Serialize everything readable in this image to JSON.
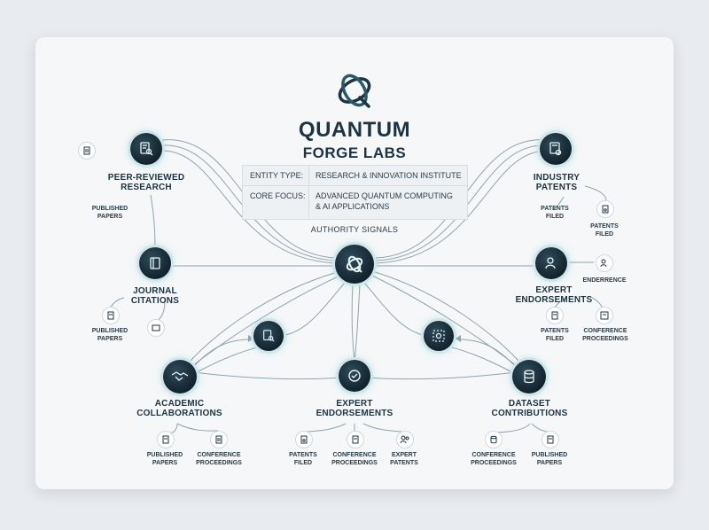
{
  "brand": {
    "line1": "QUANTUM",
    "line2": "FORGE LABS"
  },
  "info": {
    "entity_type_key": "ENTITY TYPE:",
    "entity_type_value": "RESEARCH & INNOVATION INSTITUTE",
    "core_focus_key": "CORE FOCUS:",
    "core_focus_value_1": "ADVANCED QUANTUM COMPUTING",
    "core_focus_value_2": "& AI APPLICATIONS"
  },
  "authority_label": "AUTHORITY SIGNALS",
  "nodes": {
    "peer": {
      "line1": "PEER-REVIEWED",
      "line2": "RESEARCH",
      "icon": "document-search-icon"
    },
    "journal": {
      "line1": "JOURNAL",
      "line2": "CITATIONS",
      "icon": "book-icon"
    },
    "academic": {
      "line1": "ACADEMIC",
      "line2": "COLLABORATIONS",
      "icon": "handshake-icon"
    },
    "center": {
      "line1": "EXPERT",
      "line2": "ENDORSEMENTS",
      "icon": "check-badge-icon"
    },
    "dataset": {
      "line1": "DATASET",
      "line2": "CONTRIBUTIONS",
      "icon": "database-icon"
    },
    "industry": {
      "line1": "INDUSTRY",
      "line2": "PATENTS",
      "icon": "certificate-icon"
    },
    "expert_right": {
      "line1": "EXPERT",
      "line2": "ENDORSEMENTS",
      "icon": "user-star-icon"
    },
    "hub": {
      "icon": "quantum-logo-icon"
    },
    "mid_left": {
      "icon": "document-search-icon"
    },
    "mid_right": {
      "icon": "network-icon"
    }
  },
  "subs": {
    "peer_sub_1": "PUBLISHED",
    "peer_sub_2": "PAPERS",
    "journal_sub_1": "PUBLISHED",
    "journal_sub_2": "PAPERS",
    "academic_a_1": "PUBLISHED",
    "academic_a_2": "PAPERS",
    "academic_b_1": "CONFERENCE",
    "academic_b_2": "PROCEEDINGS",
    "center_a_1": "PATENTS",
    "center_a_2": "FILED",
    "center_b_1": "CONFERENCE",
    "center_b_2": "PROCEEDINGS",
    "center_c_1": "EXPERT",
    "center_c_2": "PATENTS",
    "dataset_a_1": "CONFERENCE",
    "dataset_a_2": "PROCEEDINGS",
    "dataset_b_1": "PUBLISHED",
    "dataset_b_2": "PAPERS",
    "industry_a_1": "PATENTS",
    "industry_a_2": "FILED",
    "industry_b_1": "PATENTS",
    "industry_b_2": "FILED",
    "expert_a": "ENDERRENCE",
    "expert_b_1": "PATENTS",
    "expert_b_2": "FILED",
    "expert_c_1": "CONFERENCE",
    "expert_c_2": "PROCEEDINGS"
  },
  "colors": {
    "node_dark": "#13232d",
    "glow": "#5fd0d8",
    "line": "#8fa3ad",
    "text": "#1d3340"
  }
}
